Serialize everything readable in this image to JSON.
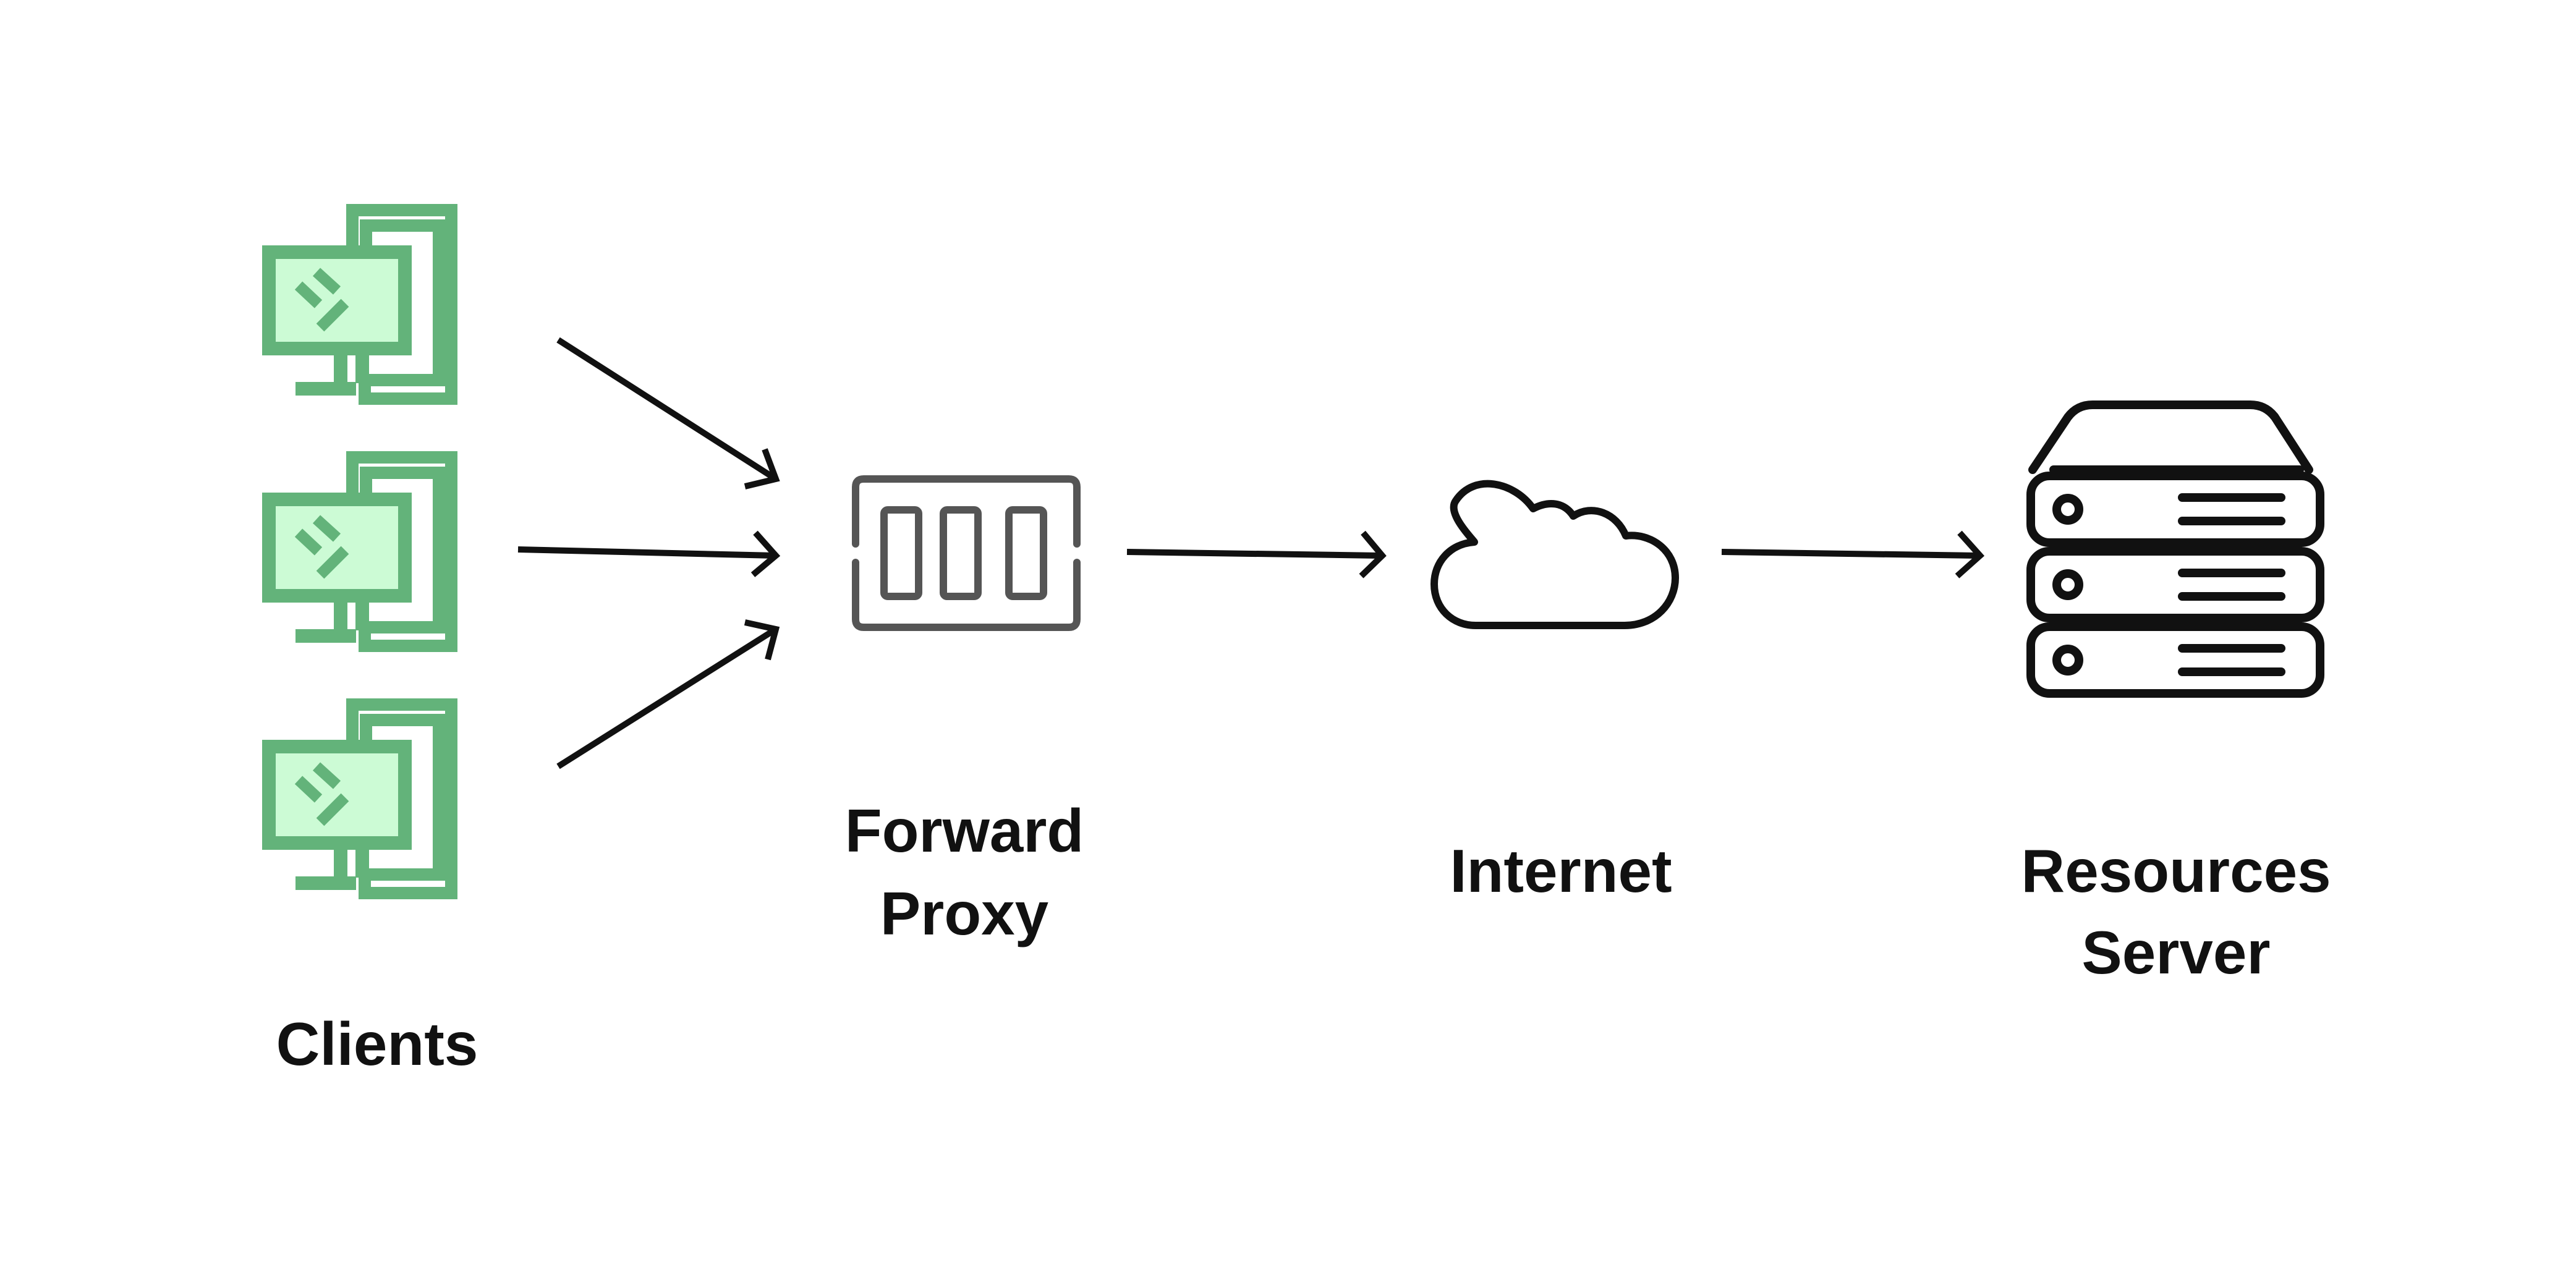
{
  "nodes": {
    "clients": {
      "label": "Clients"
    },
    "proxy": {
      "line1": "Forward",
      "line2": "Proxy"
    },
    "internet": {
      "label": "Internet"
    },
    "server": {
      "line1": "Resources",
      "line2": "Server"
    }
  },
  "colors": {
    "client_stroke": "#63b37a",
    "client_fill": "#ccfbd5",
    "proxy_stroke": "#555555",
    "ink": "#111111",
    "background": "#ffffff"
  },
  "icons": {
    "clients": "desktop-monitor-icon",
    "proxy": "proxy-rack-icon",
    "internet": "cloud-icon",
    "server": "server-stack-icon"
  }
}
